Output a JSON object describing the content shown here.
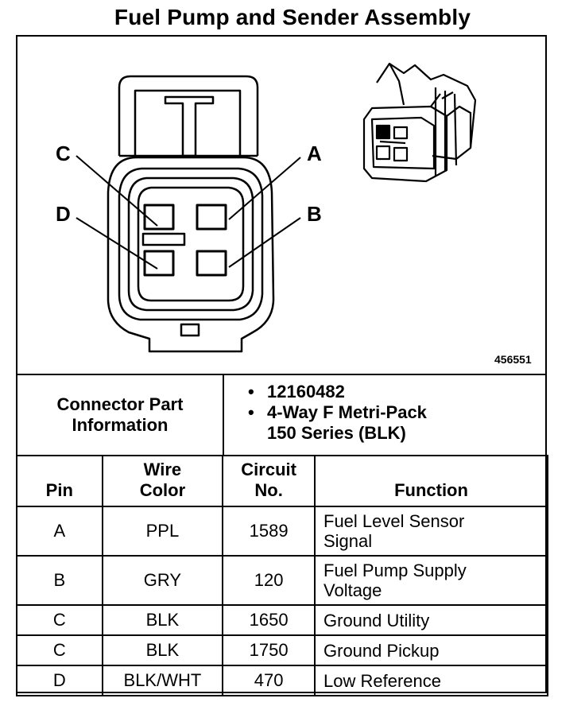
{
  "title": "Fuel Pump and Sender Assembly",
  "figure_number": "456551",
  "pin_letters": {
    "a": "A",
    "b": "B",
    "c": "C",
    "d": "D"
  },
  "connector_info": {
    "label": "Connector Part\nInformation",
    "bullet": "•",
    "values": [
      "12160482",
      "4-Way F Metri-Pack\n150 Series (BLK)"
    ]
  },
  "table": {
    "headers": [
      "Pin",
      "Wire\nColor",
      "Circuit\nNo.",
      "Function"
    ],
    "rows": [
      {
        "pin": "A",
        "wire_color": "PPL",
        "circuit": "1589",
        "function": "Fuel Level Sensor\nSignal"
      },
      {
        "pin": "B",
        "wire_color": "GRY",
        "circuit": "120",
        "function": "Fuel Pump Supply\nVoltage"
      },
      {
        "pin": "C",
        "wire_color": "BLK",
        "circuit": "1650",
        "function": "Ground Utility"
      },
      {
        "pin": "C",
        "wire_color": "BLK",
        "circuit": "1750",
        "function": "Ground Pickup"
      },
      {
        "pin": "D",
        "wire_color": "BLK/WHT",
        "circuit": "470",
        "function": "Low Reference"
      }
    ]
  }
}
